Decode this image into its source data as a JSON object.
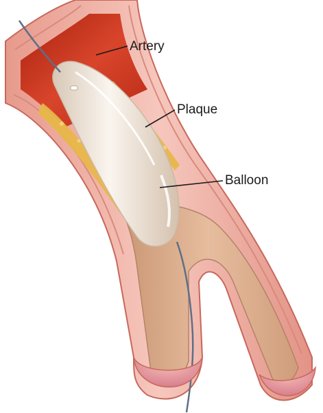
{
  "labels": {
    "artery": "Artery",
    "plaque": "Plaque",
    "balloon": "Balloon"
  },
  "colors": {
    "artery_wall": "#eeb1a5",
    "artery_wall_dark": "#c8675b",
    "artery_inner_edge": "#d98a7c",
    "blood": "#c8321d",
    "blood_dark": "#8e1b10",
    "lumen": "#d9a887",
    "plaque": "#e7b74a",
    "balloon": "#efe6dc",
    "balloon_edge": "#cbb9a6",
    "guidewire": "#5e6f86",
    "label_text": "#1a1a1a",
    "background": "#ffffff"
  }
}
